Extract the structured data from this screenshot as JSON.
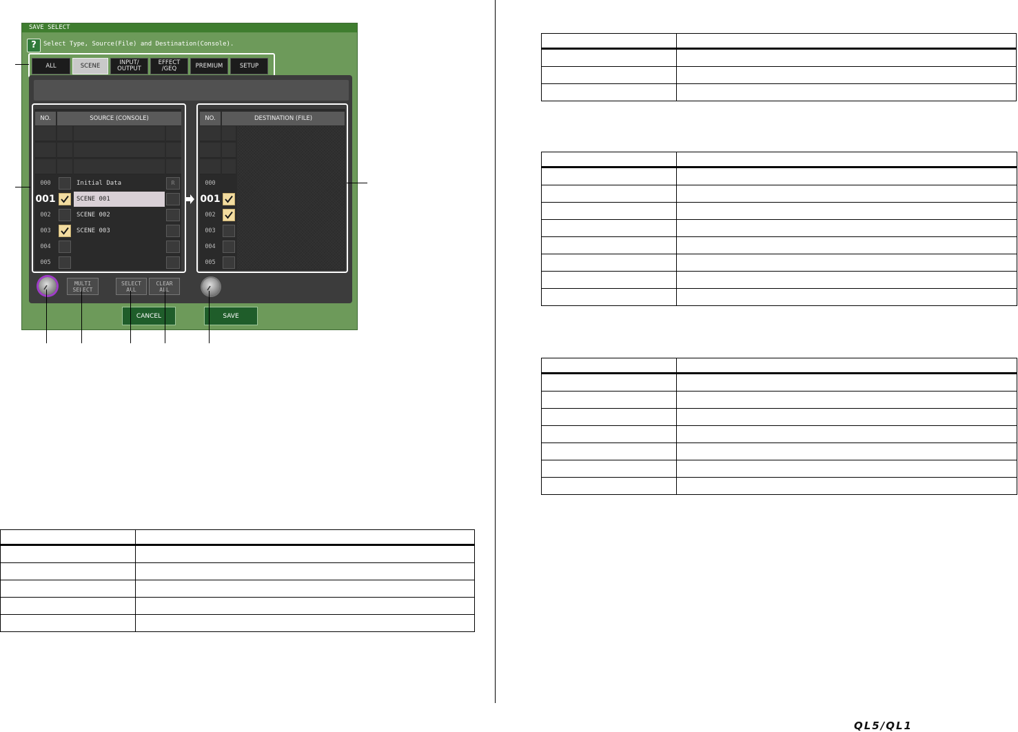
{
  "dialog": {
    "title": "SAVE SELECT",
    "instruction": "Select Type, Source(File) and Destination(Console).",
    "help_icon": "?"
  },
  "tabs": [
    {
      "label": "ALL",
      "active": false
    },
    {
      "label": "SCENE",
      "active": true
    },
    {
      "label": "INPUT/\nOUTPUT",
      "active": false
    },
    {
      "label": "EFFECT\n/GEQ",
      "active": false
    },
    {
      "label": "PREMIUM",
      "active": false
    },
    {
      "label": "SETUP",
      "active": false
    }
  ],
  "source": {
    "col_no": "NO.",
    "col_title": "SOURCE (CONSOLE)",
    "rows": [
      {
        "no": "000",
        "name": "Initial Data",
        "checked": false,
        "flag": "R"
      },
      {
        "no": "001",
        "name": "SCENE 001",
        "checked": true,
        "flag": ""
      },
      {
        "no": "002",
        "name": "SCENE 002",
        "checked": false,
        "flag": ""
      },
      {
        "no": "003",
        "name": "SCENE 003",
        "checked": true,
        "flag": ""
      },
      {
        "no": "004",
        "name": "",
        "checked": false,
        "flag": ""
      },
      {
        "no": "005",
        "name": "",
        "checked": false,
        "flag": ""
      }
    ]
  },
  "destination": {
    "col_no": "NO.",
    "col_title": "DESTINATION (FILE)",
    "rows": [
      {
        "no": "000",
        "checked": null
      },
      {
        "no": "001",
        "checked": true
      },
      {
        "no": "002",
        "checked": true
      },
      {
        "no": "003",
        "checked": false
      },
      {
        "no": "004",
        "checked": false
      },
      {
        "no": "005",
        "checked": false
      }
    ]
  },
  "buttons": {
    "multi_select": "MULTI\nSELECT",
    "select_all": "SELECT\nALL",
    "clear_all": "CLEAR\nALL",
    "cancel": "CANCEL",
    "save": "SAVE"
  },
  "brand": "QL5/QL1"
}
